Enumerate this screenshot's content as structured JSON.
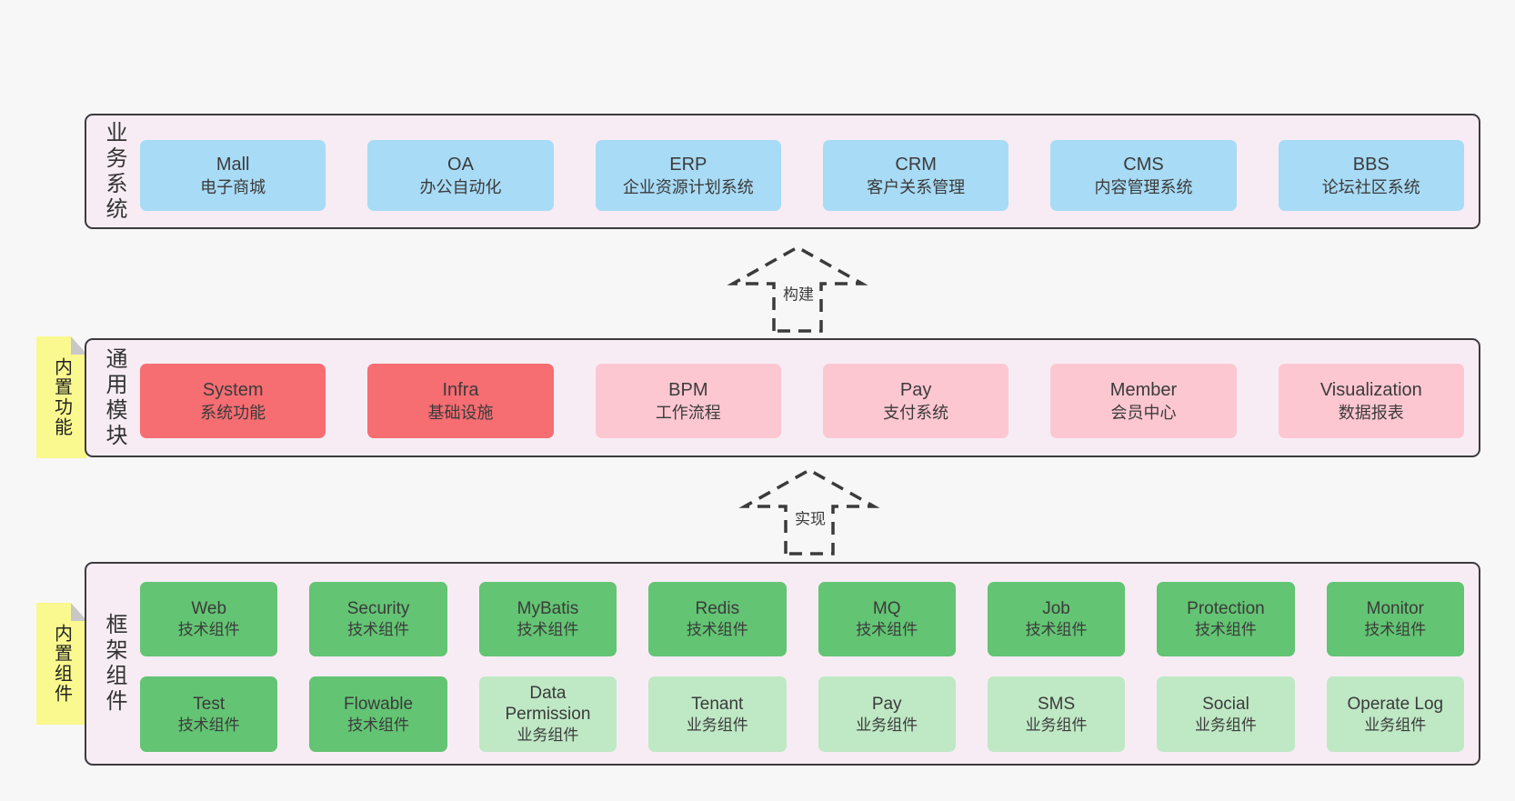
{
  "colors": {
    "page_bg": "#f7f7f7",
    "section_bg": "#f7ecf4",
    "section_border": "#3b3b3b",
    "note_bg": "#f9f98f",
    "note_fold": "#c8c8c8",
    "text": "#3b3b3b",
    "blue": "#a8dbf5",
    "red": "#f66d72",
    "pink": "#fcc7d1",
    "green": "#63c473",
    "lightgreen": "#bfe8c5"
  },
  "sections": {
    "business": {
      "side_label": "业务系统",
      "boxes": [
        {
          "name": "Mall",
          "desc": "电子商城",
          "variant": "blue"
        },
        {
          "name": "OA",
          "desc": "办公自动化",
          "variant": "blue"
        },
        {
          "name": "ERP",
          "desc": "企业资源计划系统",
          "variant": "blue"
        },
        {
          "name": "CRM",
          "desc": "客户关系管理",
          "variant": "blue"
        },
        {
          "name": "CMS",
          "desc": "内容管理系统",
          "variant": "blue"
        },
        {
          "name": "BBS",
          "desc": "论坛社区系统",
          "variant": "blue"
        }
      ]
    },
    "modules": {
      "side_label": "通用模块",
      "note": "内置功能",
      "boxes": [
        {
          "name": "System",
          "desc": "系统功能",
          "variant": "red"
        },
        {
          "name": "Infra",
          "desc": "基础设施",
          "variant": "red"
        },
        {
          "name": "BPM",
          "desc": "工作流程",
          "variant": "pink"
        },
        {
          "name": "Pay",
          "desc": "支付系统",
          "variant": "pink"
        },
        {
          "name": "Member",
          "desc": "会员中心",
          "variant": "pink"
        },
        {
          "name": "Visualization",
          "desc": "数据报表",
          "variant": "pink"
        }
      ]
    },
    "components": {
      "side_label": "框架组件",
      "note": "内置组件",
      "row1": [
        {
          "name": "Web",
          "desc": "技术组件",
          "variant": "green"
        },
        {
          "name": "Security",
          "desc": "技术组件",
          "variant": "green"
        },
        {
          "name": "MyBatis",
          "desc": "技术组件",
          "variant": "green"
        },
        {
          "name": "Redis",
          "desc": "技术组件",
          "variant": "green"
        },
        {
          "name": "MQ",
          "desc": "技术组件",
          "variant": "green"
        },
        {
          "name": "Job",
          "desc": "技术组件",
          "variant": "green"
        },
        {
          "name": "Protection",
          "desc": "技术组件",
          "variant": "green"
        },
        {
          "name": "Monitor",
          "desc": "技术组件",
          "variant": "green"
        }
      ],
      "row2": [
        {
          "name": "Test",
          "desc": "技术组件",
          "variant": "green"
        },
        {
          "name": "Flowable",
          "desc": "技术组件",
          "variant": "green"
        },
        {
          "name": "Data Permission",
          "desc": "业务组件",
          "variant": "lightgreen"
        },
        {
          "name": "Tenant",
          "desc": "业务组件",
          "variant": "lightgreen"
        },
        {
          "name": "Pay",
          "desc": "业务组件",
          "variant": "lightgreen"
        },
        {
          "name": "SMS",
          "desc": "业务组件",
          "variant": "lightgreen"
        },
        {
          "name": "Social",
          "desc": "业务组件",
          "variant": "lightgreen"
        },
        {
          "name": "Operate Log",
          "desc": "业务组件",
          "variant": "lightgreen"
        }
      ]
    }
  },
  "arrows": {
    "build": "构建",
    "implement": "实现"
  }
}
